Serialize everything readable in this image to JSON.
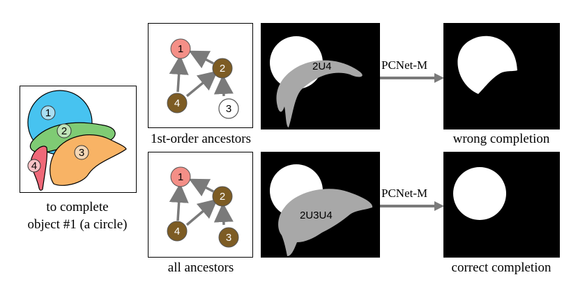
{
  "left_panel": {
    "caption_line1": "to complete",
    "caption_line2": "object #1 (a circle)",
    "objects": [
      "1",
      "2",
      "3",
      "4"
    ]
  },
  "rows": [
    {
      "graph_caption": "1st-order ancestors",
      "mask_label": "2U4",
      "arrow_label": "PCNet-M",
      "result_caption": "wrong completion"
    },
    {
      "graph_caption": "all ancestors",
      "mask_label": "2U3U4",
      "arrow_label": "PCNet-M",
      "result_caption": "correct completion"
    }
  ],
  "graph_nodes": {
    "n1": "1",
    "n2": "2",
    "n3": "3",
    "n4": "4"
  },
  "colors": {
    "object1": "#47c3f0",
    "object2": "#7fcb74",
    "object3": "#f8b365",
    "object4": "#ef6878",
    "node1": "#f48f87",
    "ancestor_node": "#7d5c24",
    "gray_mask": "#a8a8a8",
    "arrow": "#7a7a7a"
  }
}
